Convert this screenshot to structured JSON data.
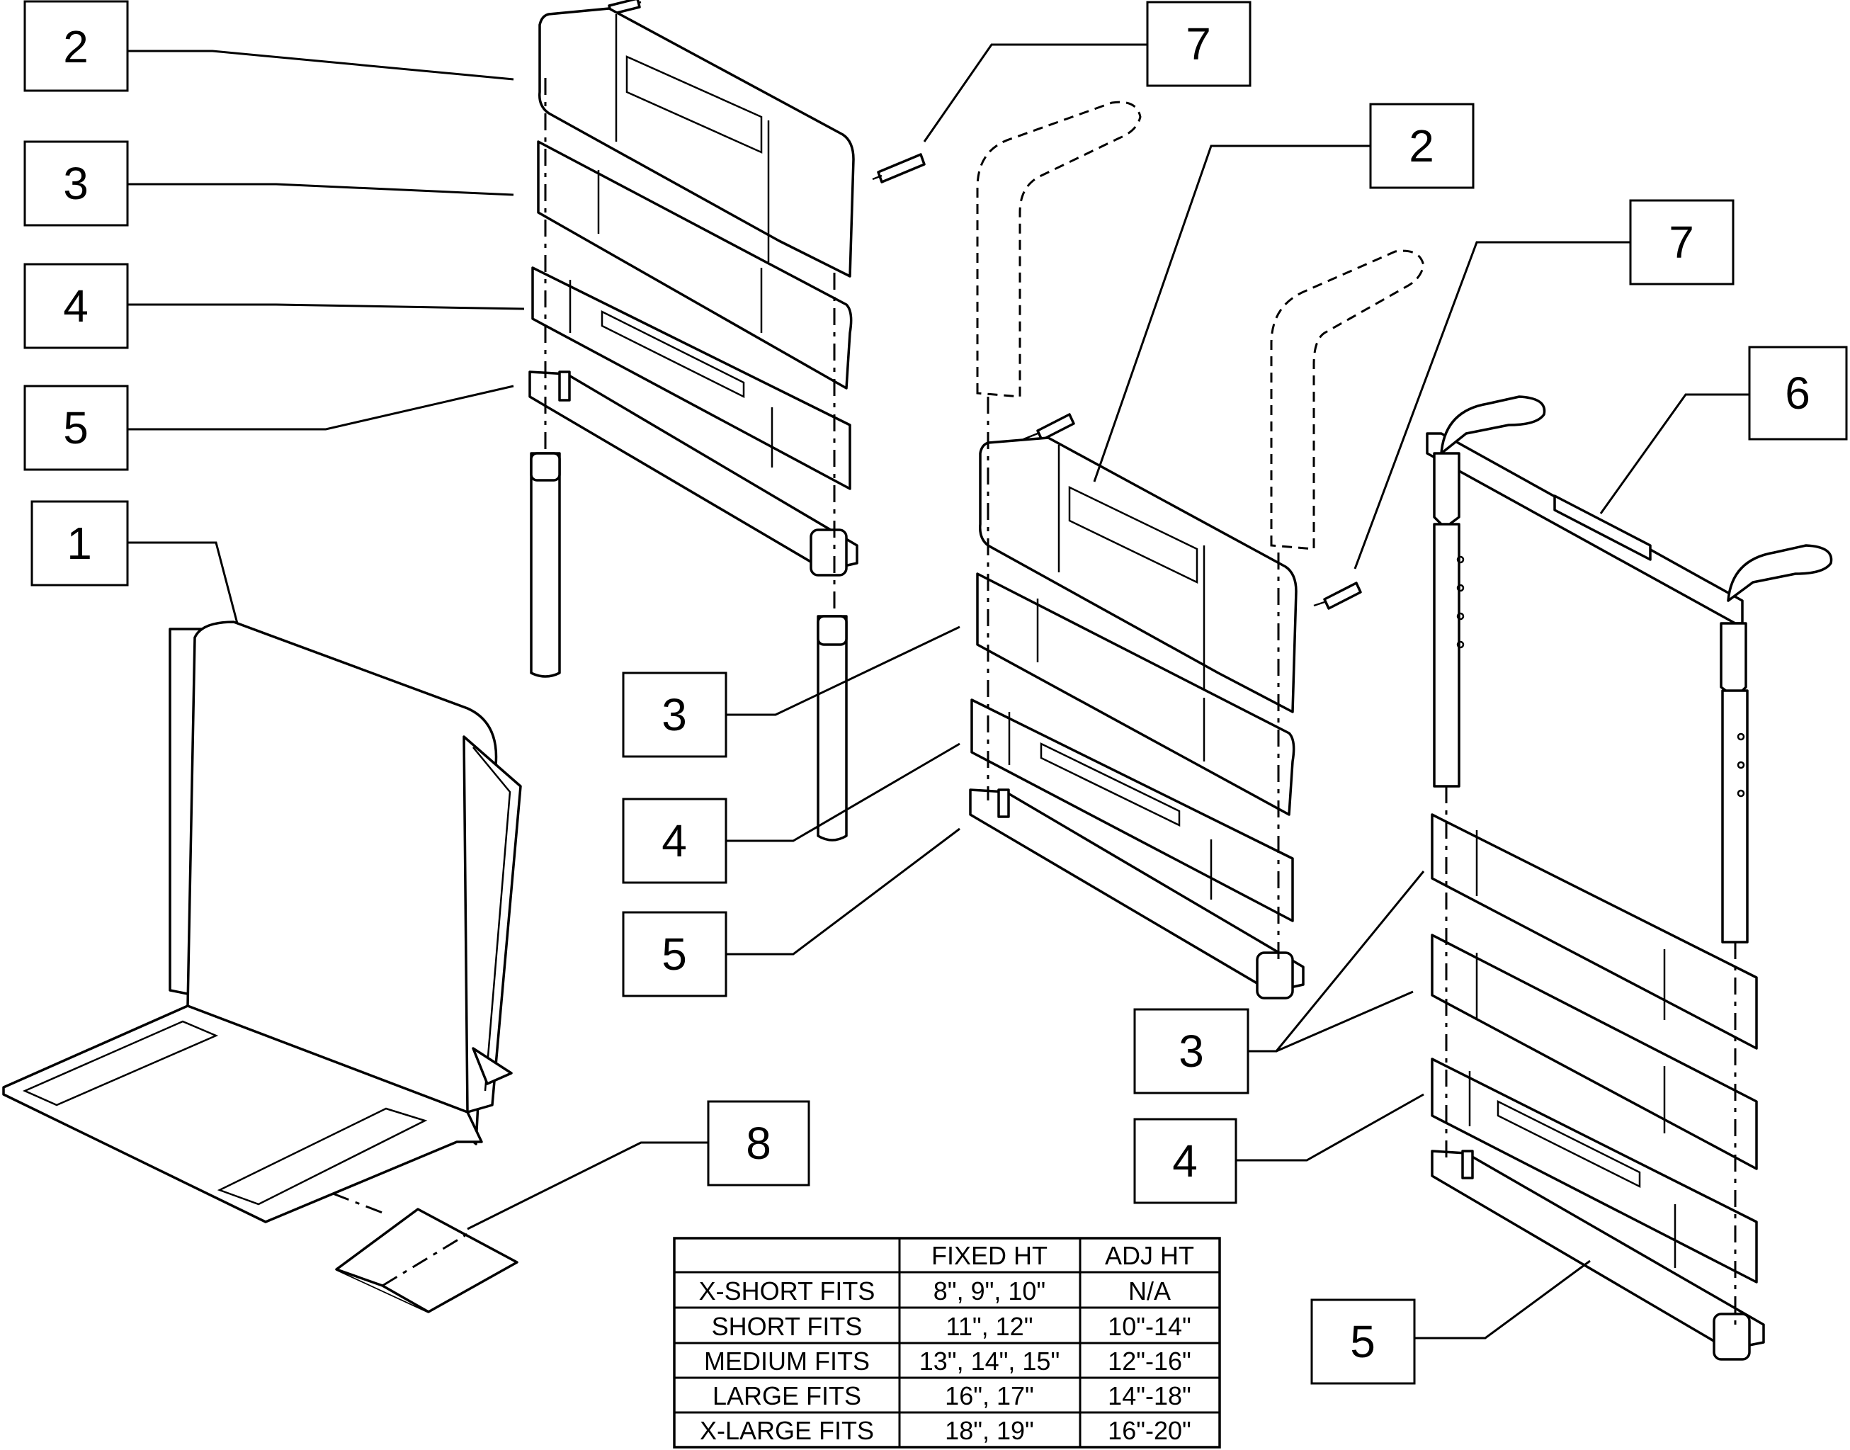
{
  "callouts": [
    {
      "id": "c2a",
      "number": "2"
    },
    {
      "id": "c3a",
      "number": "3"
    },
    {
      "id": "c4a",
      "number": "4"
    },
    {
      "id": "c5a",
      "number": "5"
    },
    {
      "id": "c1",
      "number": "1"
    },
    {
      "id": "c7a",
      "number": "7"
    },
    {
      "id": "c2b",
      "number": "2"
    },
    {
      "id": "c7b",
      "number": "7"
    },
    {
      "id": "c6",
      "number": "6"
    },
    {
      "id": "c3b",
      "number": "3"
    },
    {
      "id": "c4b",
      "number": "4"
    },
    {
      "id": "c5b",
      "number": "5"
    },
    {
      "id": "c3c",
      "number": "3"
    },
    {
      "id": "c4c",
      "number": "4"
    },
    {
      "id": "c5c",
      "number": "5"
    },
    {
      "id": "c8",
      "number": "8"
    }
  ],
  "size_table": {
    "headers": [
      "",
      "FIXED HT",
      "ADJ HT"
    ],
    "rows": [
      [
        "X-SHORT FITS",
        "8\", 9\", 10\"",
        "N/A"
      ],
      [
        "SHORT FITS",
        "11\", 12\"",
        "10\"-14\""
      ],
      [
        "MEDIUM FITS",
        "13\", 14\", 15\"",
        "12\"-16\""
      ],
      [
        "LARGE FITS",
        "16\", 17\"",
        "14\"-18\""
      ],
      [
        "X-LARGE FITS",
        "18\", 19\"",
        "16\"-20\""
      ]
    ]
  }
}
